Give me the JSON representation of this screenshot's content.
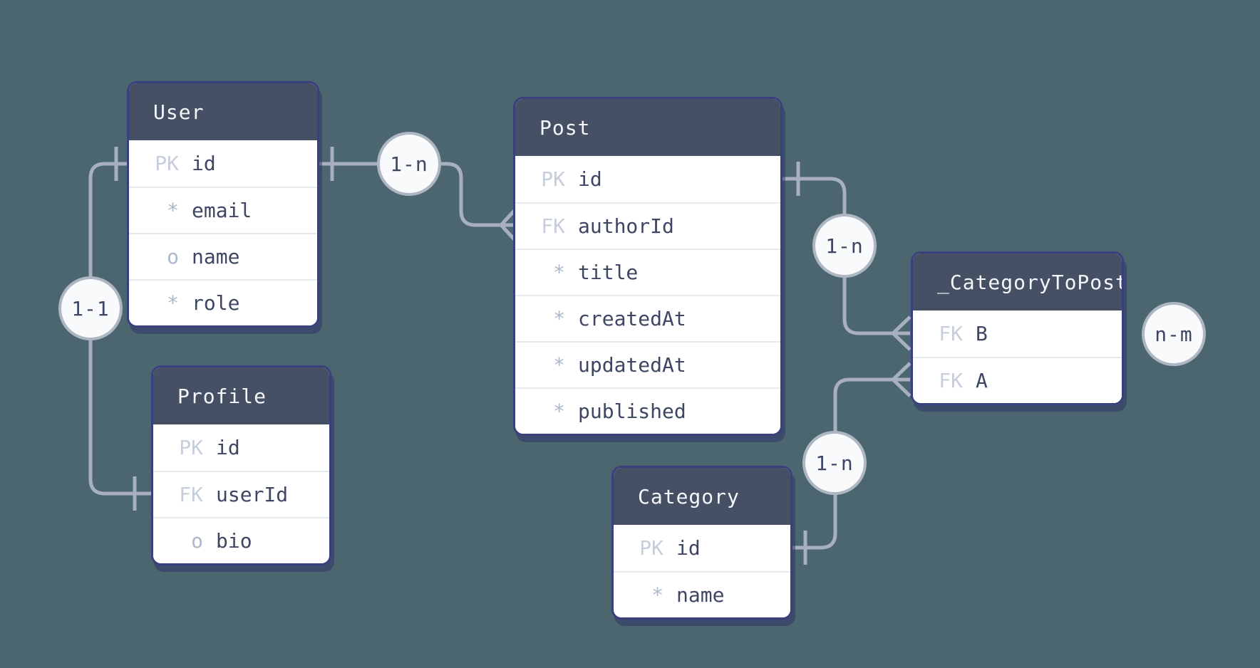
{
  "colors": {
    "background": "#4C6670",
    "table_header_bg": "#465064",
    "table_header_text": "#F4F6F9",
    "table_border": "#3A3F7E",
    "table_body_bg": "#FFFFFF",
    "row_separator": "#E7EAF0",
    "field_text": "#3D4663",
    "key_label_text": "#C7CEDB",
    "marker_text": "#ABB7CB",
    "connector_line": "#A8B0BF",
    "badge_fill": "#F9FAFC",
    "badge_border": "#AEB6C3",
    "badge_text": "#3D4663",
    "card_shadow": "rgba(44,47,104,0.5)"
  },
  "tables": [
    {
      "name": "User",
      "fields": [
        {
          "key": "PK",
          "name": "id"
        },
        {
          "key": "*",
          "name": "email"
        },
        {
          "key": "o",
          "name": "name"
        },
        {
          "key": "*",
          "name": "role"
        }
      ]
    },
    {
      "name": "Profile",
      "fields": [
        {
          "key": "PK",
          "name": "id"
        },
        {
          "key": "FK",
          "name": "userId"
        },
        {
          "key": "o",
          "name": "bio"
        }
      ]
    },
    {
      "name": "Post",
      "fields": [
        {
          "key": "PK",
          "name": "id"
        },
        {
          "key": "FK",
          "name": "authorId"
        },
        {
          "key": "*",
          "name": "title"
        },
        {
          "key": "*",
          "name": "createdAt"
        },
        {
          "key": "*",
          "name": "updatedAt"
        },
        {
          "key": "*",
          "name": "published"
        }
      ]
    },
    {
      "name": "Category",
      "fields": [
        {
          "key": "PK",
          "name": "id"
        },
        {
          "key": "*",
          "name": "name"
        }
      ]
    },
    {
      "name": "_CategoryToPost",
      "fields": [
        {
          "key": "FK",
          "name": "B"
        },
        {
          "key": "FK",
          "name": "A"
        }
      ]
    }
  ],
  "badges": [
    {
      "label": "1-n",
      "between": "User.id and Post.authorId"
    },
    {
      "label": "1-1",
      "between": "User.id and Profile.userId"
    },
    {
      "label": "1-n",
      "between": "Post.id and _CategoryToPost.B"
    },
    {
      "label": "1-n",
      "between": "Category.id and _CategoryToPost.A"
    },
    {
      "label": "n-m",
      "between": "Category and Post via _CategoryToPost"
    }
  ],
  "connectors": [
    {
      "from": "User.id",
      "to": "Post.authorId",
      "cardinality": "1-n",
      "one_end": "User",
      "many_end": "Post"
    },
    {
      "from": "User.id",
      "to": "Profile.userId",
      "cardinality": "1-1",
      "one_end": "User",
      "many_end": null
    },
    {
      "from": "Post.id",
      "to": "_CategoryToPost.B",
      "cardinality": "1-n",
      "one_end": "Post",
      "many_end": "_CategoryToPost"
    },
    {
      "from": "Category.id",
      "to": "_CategoryToPost.A",
      "cardinality": "1-n",
      "one_end": "Category",
      "many_end": "_CategoryToPost"
    }
  ]
}
